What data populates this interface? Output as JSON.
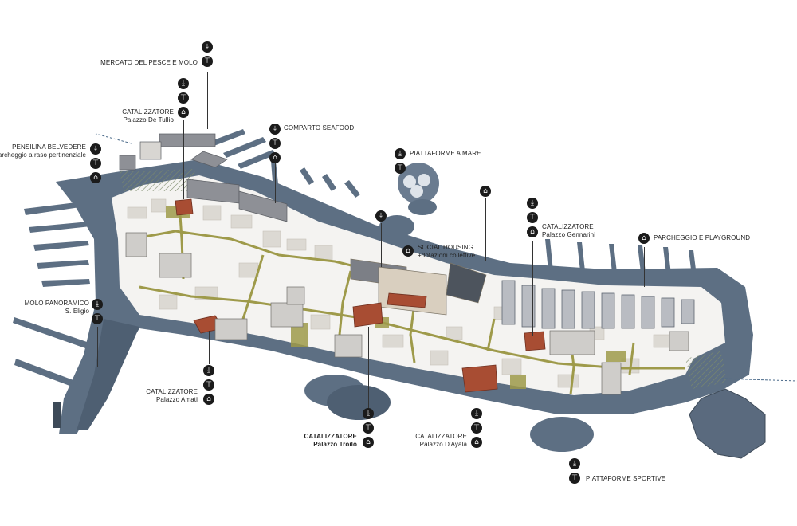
{
  "labels": {
    "mercato": {
      "title": "MERCATO DEL PESCE E MOLO",
      "sub": ""
    },
    "detullio": {
      "title": "CATALIZZATORE",
      "sub": "Palazzo De Tullio"
    },
    "seafood": {
      "title": "COMPARTO SEAFOOD",
      "sub": ""
    },
    "pensilina": {
      "title": "PENSILINA BELVEDERE",
      "sub": "+ parcheggio a raso pertinenziale"
    },
    "piattaforme_mare": {
      "title": "PIATTAFORME A MARE",
      "sub": ""
    },
    "gennarini": {
      "title": "CATALIZZATORE",
      "sub": "Palazzo Gennarini"
    },
    "parcheggio": {
      "title": "PARCHEGGIO E PLAYGROUND",
      "sub": ""
    },
    "social": {
      "title": "SOCIAL HOUSING",
      "sub": "+dotazioni collettive"
    },
    "molo": {
      "title": "MOLO PANORAMICO",
      "sub": "S. Eligio"
    },
    "amati": {
      "title": "CATALIZZATORE",
      "sub": "Palazzo Amati"
    },
    "troilo": {
      "title": "CATALIZZATORE",
      "sub": "Palazzo Troilo"
    },
    "dayala": {
      "title": "CATALIZZATORE",
      "sub": "Palazzo D'Ayala"
    },
    "sportive": {
      "title": "PIATTAFORME SPORTIVE",
      "sub": ""
    }
  },
  "icons": {
    "download": "download-icon",
    "column": "column-icon",
    "house": "house-icon"
  },
  "colors": {
    "water_edge": "#5d6f83",
    "ground": "#f4f3f1",
    "path": "#9e9a4a",
    "catalyst": "#a84d33",
    "text": "#222222",
    "icon_bg": "#1b1b1b"
  }
}
